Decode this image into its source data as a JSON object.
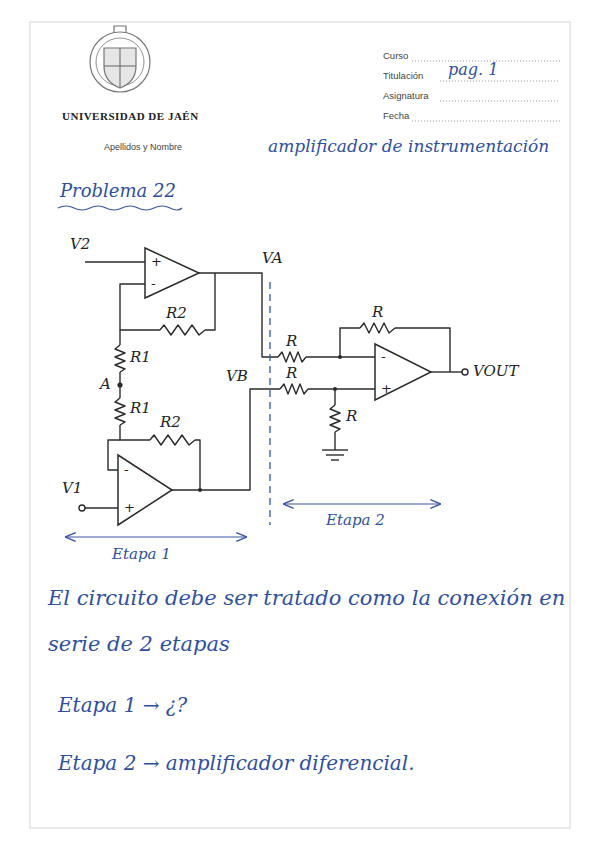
{
  "diagram": {
    "title": "Problema 22",
    "nodes": [
      {
        "text": [
          "+",
          "-"
        ]
      },
      {
        "text": [
          "-",
          "+"
        ]
      },
      {
        "text": [
          "-",
          "+"
        ]
      }
    ],
    "labels": [
      "UNIVERSIDAD DE JAÉN",
      "Apellidos y Nombre",
      "Curso",
      "Titulación",
      "Asignatura",
      "Fecha",
      "pag. 1",
      "amplificador de instrumentación",
      "V2",
      "VA",
      "R2",
      "R1",
      "A",
      "R1",
      "R2",
      "V1",
      "VB",
      "R",
      "R",
      "R",
      "R",
      "VOUT",
      "Etapa 1",
      "Etapa 2",
      "El circuito debe ser tratado como la conexión en serie de 2 etapas",
      "Etapa 1 → ¿?",
      "Etapa 2 → amplificador diferencial."
    ]
  }
}
